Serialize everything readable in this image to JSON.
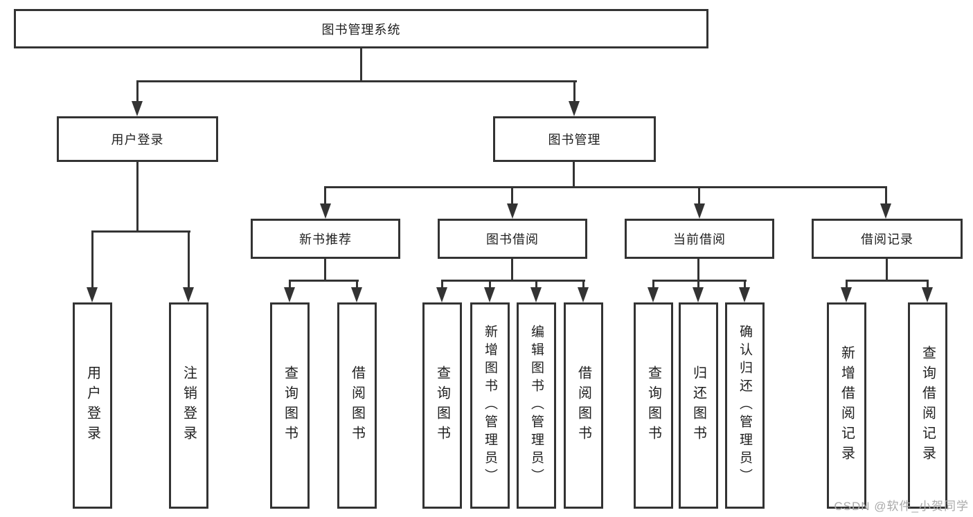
{
  "diagram": {
    "title_node": {
      "label": "图书管理系统"
    },
    "level2": {
      "user_login": {
        "label": "用户登录"
      },
      "book_management": {
        "label": "图书管理"
      }
    },
    "level3": {
      "new_book_recommend": {
        "label": "新书推荐"
      },
      "book_borrow": {
        "label": "图书借阅"
      },
      "current_borrow": {
        "label": "当前借阅"
      },
      "borrow_record": {
        "label": "借阅记录"
      }
    },
    "leaves": {
      "user_login": {
        "label": "用户登录"
      },
      "logout": {
        "label": "注销登录"
      },
      "recommend_query_books": {
        "label": "查询图书"
      },
      "recommend_borrow_books": {
        "label": "借阅图书"
      },
      "borrow_query_books": {
        "label": "查询图书"
      },
      "borrow_add_books_admin": {
        "label": "新增图书（管理员）"
      },
      "borrow_edit_books_admin": {
        "label": "编辑图书（管理员）"
      },
      "borrow_borrow_books": {
        "label": "借阅图书"
      },
      "current_query_books": {
        "label": "查询图书"
      },
      "current_return_books": {
        "label": "归还图书"
      },
      "current_confirm_return_admin": {
        "label": "确认归还（管理员）"
      },
      "record_add_borrow_record": {
        "label": "新增借阅记录"
      },
      "record_query_borrow_record": {
        "label": "查询借阅记录"
      }
    }
  },
  "watermark": {
    "text": "CSDN @软件_小贺同学"
  },
  "colors": {
    "line": "#333333",
    "box_border": "#333333",
    "text": "#1f1f1f",
    "watermark": "#a9a9a9",
    "background": "#ffffff"
  }
}
